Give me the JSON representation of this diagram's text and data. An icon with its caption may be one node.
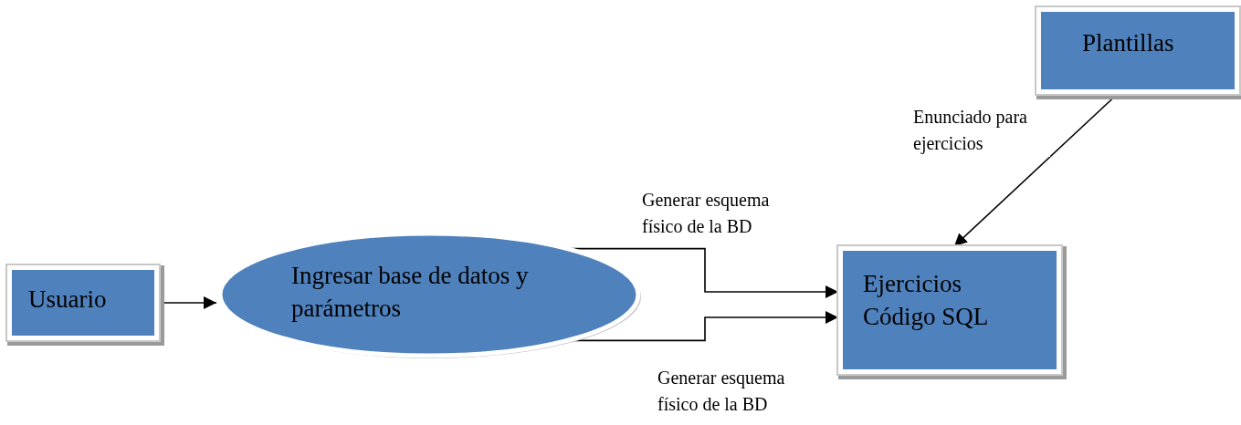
{
  "diagram": {
    "nodes": [
      {
        "text": [
          "Usuario"
        ]
      },
      {
        "text": [
          "Ingresar base de datos y parámetros"
        ]
      },
      {
        "text": [
          "Ejercicios Código SQL"
        ]
      },
      {
        "text": [
          "Plantillas"
        ]
      }
    ],
    "edges": [
      {
        "from": 0,
        "to": 1,
        "arrow": "to"
      },
      {
        "from": 1,
        "to": 2,
        "arrow": "to",
        "label": "Generar esquema físico de la BD"
      },
      {
        "from": 1,
        "to": 2,
        "arrow": "to",
        "label": "Generar esquema físico de la BD"
      },
      {
        "from": 3,
        "to": 2,
        "arrow": "to",
        "label": "Enunciado para ejercicios"
      }
    ]
  }
}
